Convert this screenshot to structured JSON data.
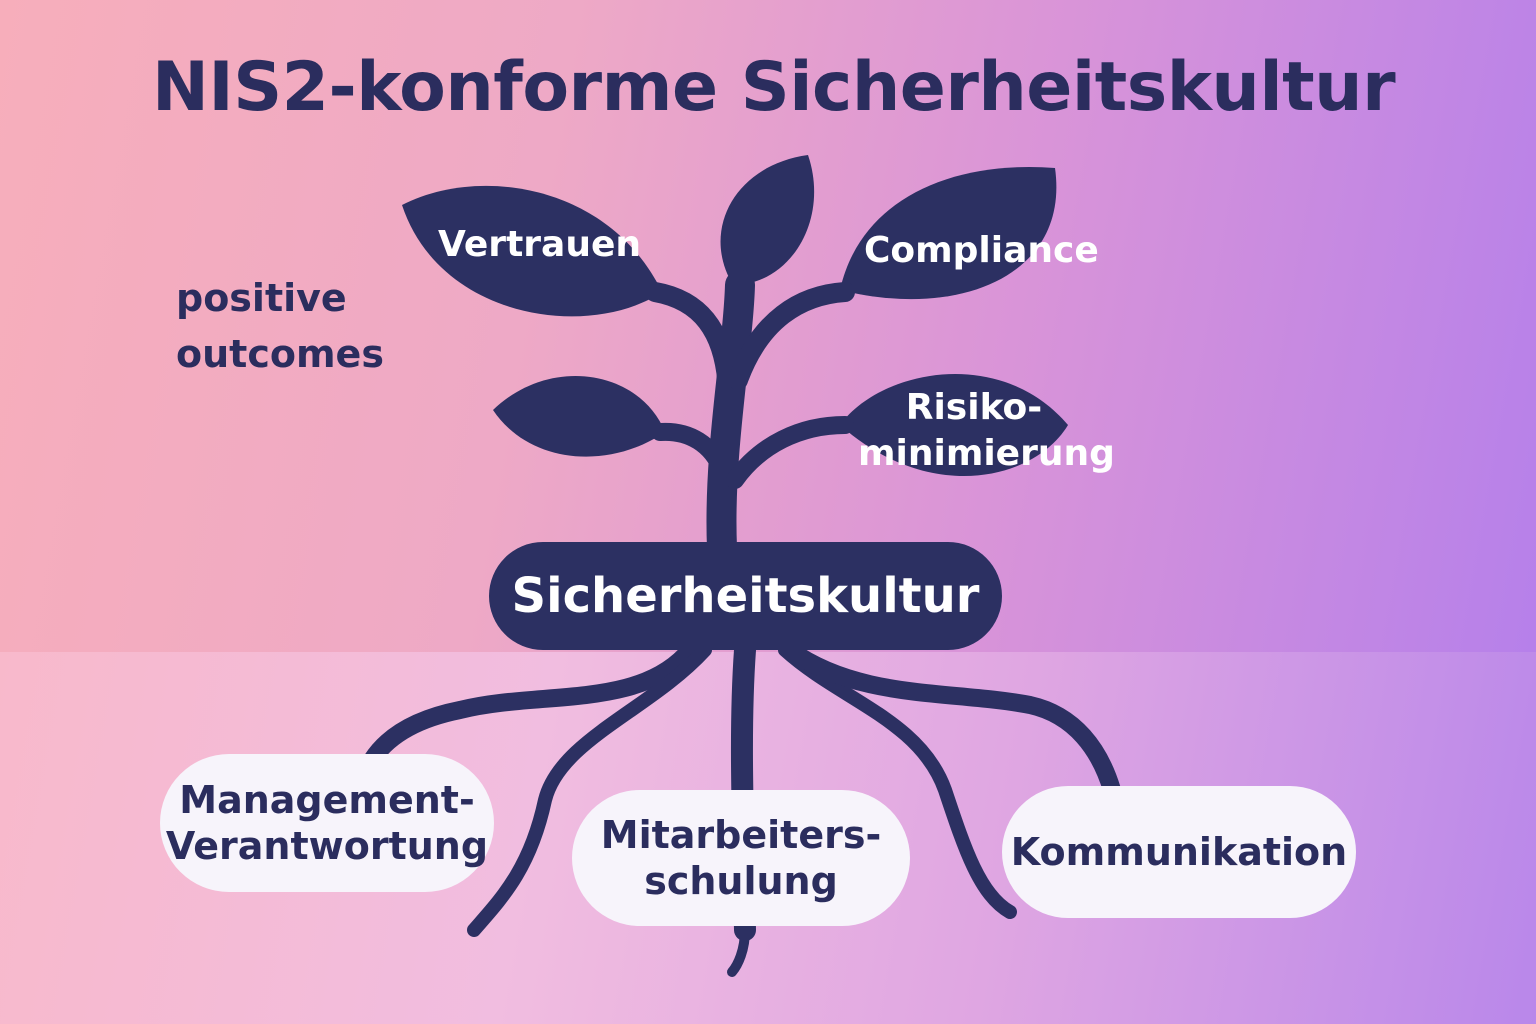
{
  "title": "NIS2-konforme Sicherheitskultur",
  "annotation": {
    "line1": "positive",
    "line2": "outcomes"
  },
  "leaves": {
    "vertrauen": "Vertrauen",
    "compliance": "Compliance",
    "risiko": {
      "line1": "Risiko-",
      "line2": "minimierung"
    }
  },
  "core": "Sicherheitskultur",
  "roots": {
    "management": {
      "line1": "Management-",
      "line2": "Verantwortung"
    },
    "schulung": {
      "line1": "Mitarbeiters-",
      "line2": "schulung"
    },
    "kommunikation": "Kommunikation"
  },
  "colors": {
    "plant": "#2c3062",
    "text_dark": "#2b2d5e",
    "pill_bg": "#f7f4fb"
  }
}
